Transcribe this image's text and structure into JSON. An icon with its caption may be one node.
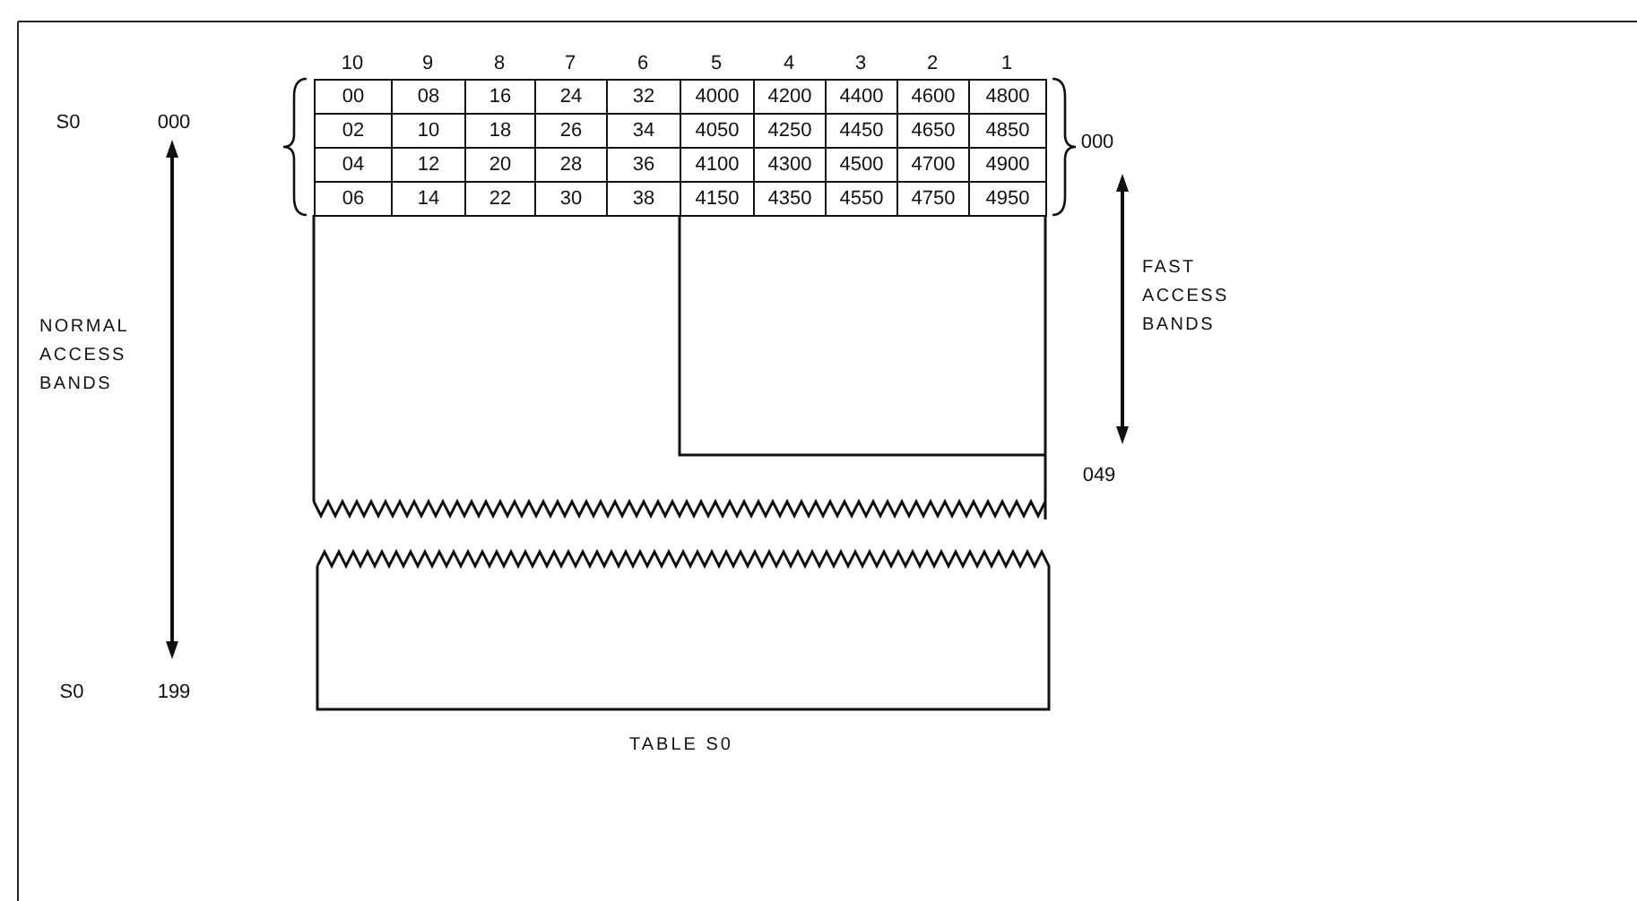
{
  "diagram": {
    "title": "TABLE S0",
    "labels": [
      "10",
      "9",
      "8",
      "7",
      "6",
      "5",
      "4",
      "3",
      "2",
      "1",
      "S0",
      "000",
      "00",
      "08",
      "16",
      "24",
      "32",
      "4000",
      "4200",
      "4400",
      "4600",
      "4800",
      "02",
      "10",
      "18",
      "26",
      "34",
      "4050",
      "4250",
      "4450",
      "4650",
      "4850",
      "000",
      "04",
      "12",
      "20",
      "28",
      "36",
      "4100",
      "4300",
      "4500",
      "4700",
      "4900",
      "06",
      "14",
      "22",
      "30",
      "38",
      "4150",
      "4350",
      "4550",
      "4750",
      "4950",
      "FAST ACCESS BANDS",
      "NORMAL ACCESS BANDS",
      "049",
      "S0",
      "199"
    ]
  }
}
